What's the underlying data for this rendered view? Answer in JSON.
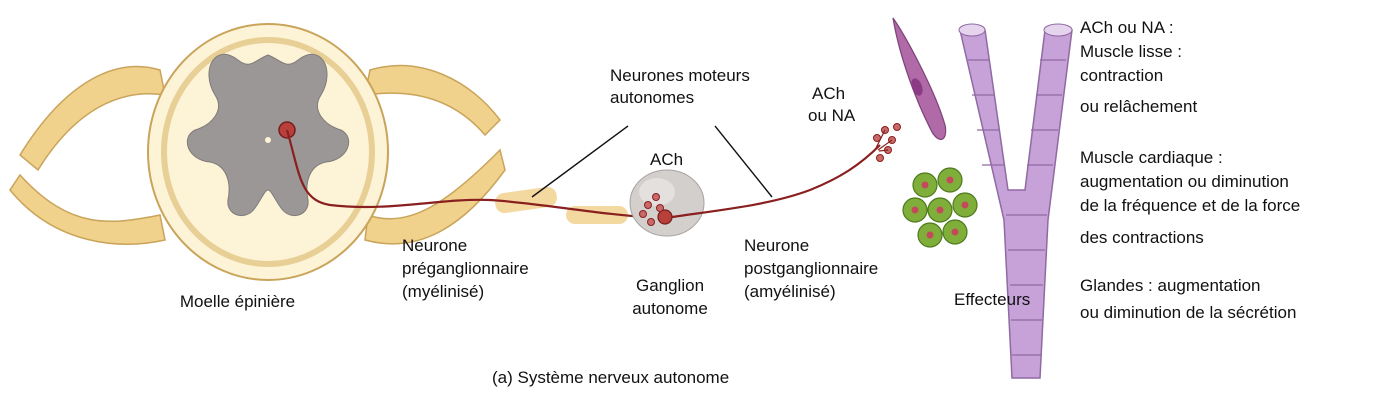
{
  "figure": {
    "caption": "(a) Système nerveux autonome",
    "labels": {
      "spinal_cord": "Moelle épinière",
      "motor_neurons_line1": "Neurones moteurs",
      "motor_neurons_line2": "autonomes",
      "ach_left": "ACh",
      "ach_or_na_line1": "ACh",
      "ach_or_na_line2": "ou NA",
      "preganglionic_line1": "Neurone",
      "preganglionic_line2": "préganglionnaire",
      "preganglionic_line3": "(myélinisé)",
      "ganglion_line1": "Ganglion",
      "ganglion_line2": "autonome",
      "postganglionic_line1": "Neurone",
      "postganglionic_line2": "postganglionnaire",
      "postganglionic_line3": "(amyélinisé)",
      "effectors": "Effecteurs"
    },
    "effects": {
      "transmitter": "ACh ou NA :",
      "smooth_title": "Muscle lisse :",
      "smooth_line1": "contraction",
      "smooth_line2": "ou relâchement",
      "cardiac_title": "Muscle cardiaque :",
      "cardiac_line1": "augmentation ou diminution",
      "cardiac_line2": "de la fréquence et de la force",
      "cardiac_line3": "des contractions",
      "glands_line1": "Glandes : augmentation",
      "glands_line2": "ou diminution de la sécrétion"
    }
  },
  "colors": {
    "nerve": "#f0d28c",
    "grey_matter": "#9b9797",
    "white_matter": "#fdf3d6",
    "axon": "#8a1f1f",
    "ganglion": "#d3cfcc",
    "vessel": "#c7a2d9",
    "gland": "#7fae3a"
  }
}
